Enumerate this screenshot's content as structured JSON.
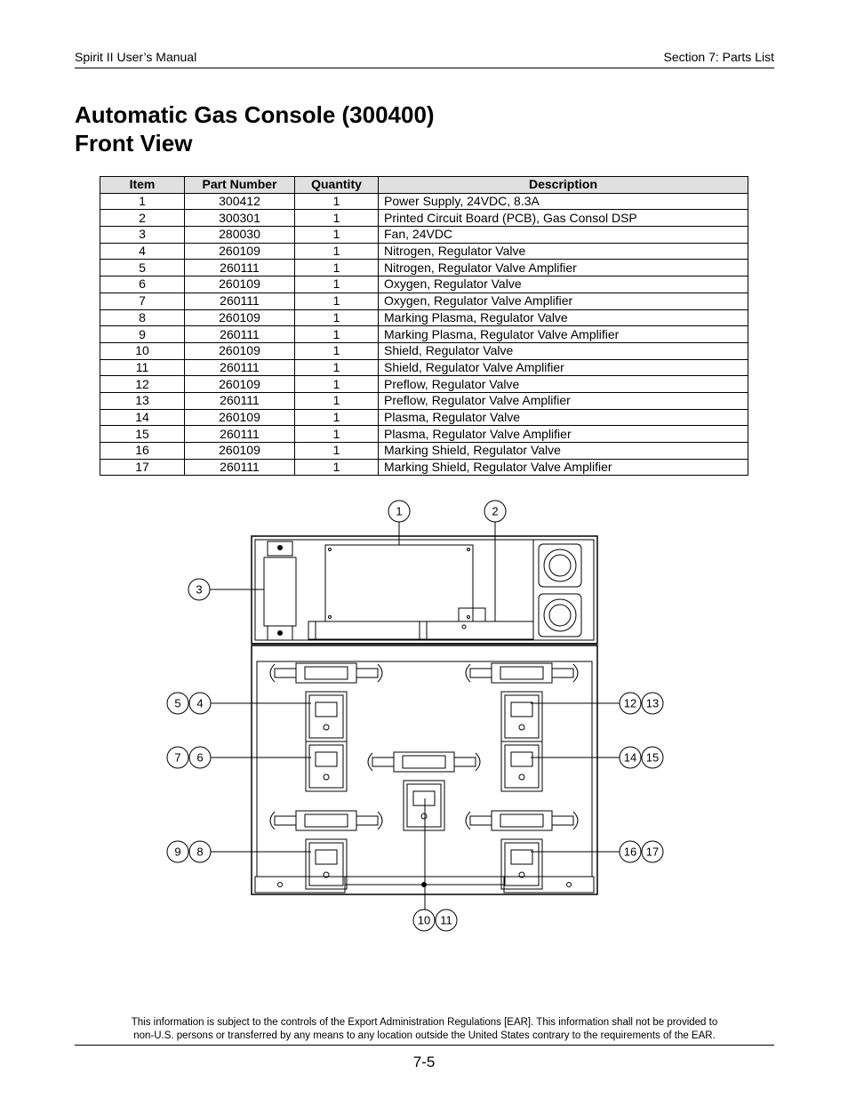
{
  "header": {
    "left": "Spirit II User’s Manual",
    "right": "Section 7: Parts List"
  },
  "title": {
    "line1": "Automatic Gas Console (300400)",
    "line2": "Front View"
  },
  "parts_table": {
    "columns": [
      "Item",
      "Part Number",
      "Quantity",
      "Description"
    ],
    "rows": [
      [
        "1",
        "300412",
        "1",
        "Power Supply, 24VDC, 8.3A"
      ],
      [
        "2",
        "300301",
        "1",
        "Printed Circuit Board (PCB), Gas Consol DSP"
      ],
      [
        "3",
        "280030",
        "1",
        "Fan, 24VDC"
      ],
      [
        "4",
        "260109",
        "1",
        "Nitrogen, Regulator Valve"
      ],
      [
        "5",
        "260111",
        "1",
        "Nitrogen, Regulator Valve Amplifier"
      ],
      [
        "6",
        "260109",
        "1",
        "Oxygen, Regulator Valve"
      ],
      [
        "7",
        "260111",
        "1",
        "Oxygen, Regulator Valve Amplifier"
      ],
      [
        "8",
        "260109",
        "1",
        "Marking Plasma, Regulator Valve"
      ],
      [
        "9",
        "260111",
        "1",
        "Marking Plasma, Regulator Valve Amplifier"
      ],
      [
        "10",
        "260109",
        "1",
        "Shield, Regulator Valve"
      ],
      [
        "11",
        "260111",
        "1",
        "Shield, Regulator Valve Amplifier"
      ],
      [
        "12",
        "260109",
        "1",
        "Preflow, Regulator Valve"
      ],
      [
        "13",
        "260111",
        "1",
        "Preflow, Regulator Valve Amplifier"
      ],
      [
        "14",
        "260109",
        "1",
        "Plasma, Regulator Valve"
      ],
      [
        "15",
        "260111",
        "1",
        "Plasma, Regulator Valve Amplifier"
      ],
      [
        "16",
        "260109",
        "1",
        "Marking Shield, Regulator Valve"
      ],
      [
        "17",
        "260111",
        "1",
        "Marking Shield, Regulator Valve Amplifier"
      ]
    ]
  },
  "diagram": {
    "callouts": [
      "1",
      "2",
      "3",
      "4",
      "5",
      "6",
      "7",
      "8",
      "9",
      "10",
      "11",
      "12",
      "13",
      "14",
      "15",
      "16",
      "17"
    ]
  },
  "footer": {
    "note_line1": "This information is subject to the controls of the Export Administration Regulations [EAR].  This information shall not be provided to",
    "note_line2": "non-U.S. persons or transferred by any means to any location outside the United States contrary to the requirements of the EAR.",
    "page_number": "7-5"
  }
}
